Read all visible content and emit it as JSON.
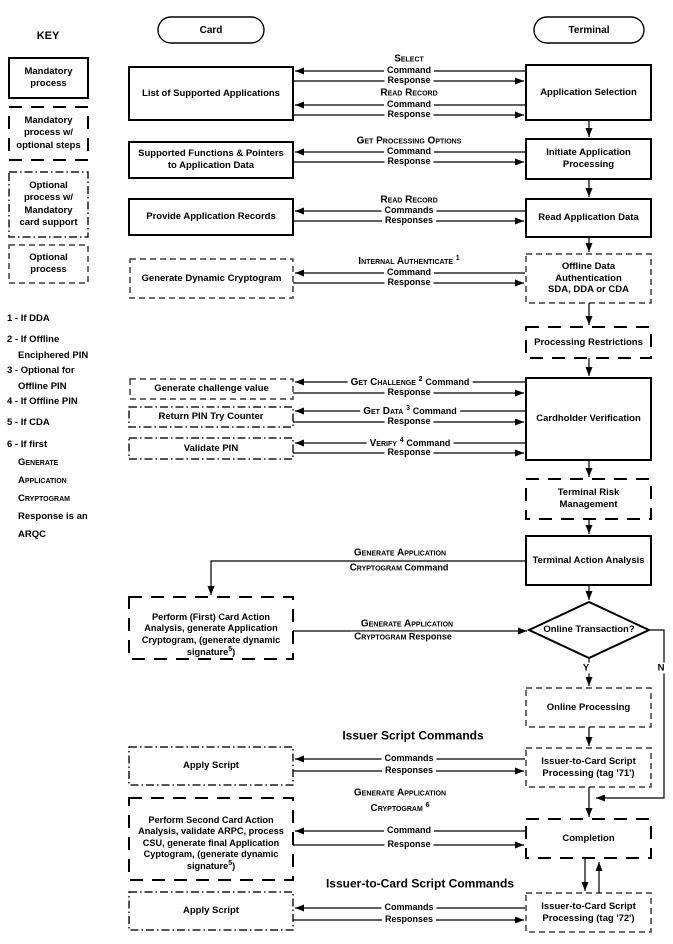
{
  "header": {
    "key": "KEY",
    "card": "Card",
    "terminal": "Terminal"
  },
  "legend": {
    "mandatory": "Mandatory\nprocess",
    "mandatory_optional": "Mandatory\nprocess w/\noptional steps",
    "optional_mandatory_card": "Optional\nprocess w/\nMandatory\ncard support",
    "optional": "Optional\nprocess"
  },
  "notes": {
    "n1": "1 - If DDA",
    "n2": [
      "2 - If Offline",
      "Enciphered PIN"
    ],
    "n3": [
      "3 - Optional for",
      "Offline PIN"
    ],
    "n4": "4 - If Offline PIN",
    "n5": "5 - If CDA",
    "n6": [
      "6 - If first",
      "Generate",
      "Application",
      "Cryptogram",
      "Response is an",
      "ARQC"
    ]
  },
  "card_boxes": {
    "list_apps": "List of Supported Applications",
    "supported_functions": "Supported Functions & Pointers\nto Application Data",
    "provide_records": "Provide Application Records",
    "gen_dynamic_cryptogram": "Generate Dynamic Cryptogram",
    "gen_challenge": "Generate challenge value",
    "return_pin_try": "Return PIN Try Counter",
    "validate_pin": "Validate PIN",
    "perform_first": {
      "before": "Perform (First) Card Action Analysis, generate Application Cryptogram, (generate dynamic signature",
      "sup": "5",
      "after": ")"
    },
    "apply_script_1": "Apply Script",
    "perform_second": {
      "before": "Perform Second Card Action Analysis, validate ARPC, process CSU, generate final Application Cyptogram, (generate dynamic signature",
      "sup": "5",
      "after": ")"
    },
    "apply_script_2": "Apply Script"
  },
  "terminal_boxes": {
    "application_selection": "Application Selection",
    "initiate_app": "Initiate Application\nProcessing",
    "read_app_data": "Read Application Data",
    "offline_data_auth": "Offline Data\nAuthentication\nSDA, DDA or CDA",
    "processing_restrictions": "Processing Restrictions",
    "cardholder_verification": "Cardholder Verification",
    "terminal_risk": "Terminal Risk\nManagement",
    "terminal_action_analysis": "Terminal Action Analysis",
    "online_transaction": "Online Transaction?",
    "online_processing": "Online Processing",
    "itc_script_71": "Issuer-to-Card Script\nProcessing (tag '71')",
    "completion": "Completion",
    "itc_script_72": "Issuer-to-Card Script\nProcessing (tag '72')"
  },
  "messages": {
    "select": {
      "title": "Select",
      "cmd": "Command",
      "resp": "Response"
    },
    "read_record_1": {
      "title": "Read Record",
      "cmd": "Command",
      "resp": "Response"
    },
    "gpo": {
      "title": "Get Processing Options",
      "cmd": "Command",
      "resp": "Response"
    },
    "read_record_2": {
      "title": "Read Record",
      "cmd": "Commands",
      "resp": "Responses"
    },
    "internal_auth": {
      "title": "Internal Authenticate",
      "sup": "1",
      "cmd": "Command",
      "resp": "Response"
    },
    "get_challenge": {
      "title": "Get Challenge",
      "sup": "2",
      "cmd": "Command",
      "resp": "Response"
    },
    "get_data": {
      "title": "Get Data",
      "sup": "3",
      "cmd": "Command",
      "resp": "Response"
    },
    "verify": {
      "title": "Verify",
      "sup": "4",
      "cmd": "Command",
      "resp": "Response"
    },
    "issuer_script_1": {
      "title": "Issuer Script Commands",
      "cmd": "Commands",
      "resp": "Responses"
    },
    "gen_ac_cmd": {
      "line1": "Generate Application",
      "line2": "Cryptogram",
      "line2_tail": " Command"
    },
    "gen_ac_resp": {
      "line1": "Generate Application",
      "line2": "Cryptogram",
      "line2_tail": " Response"
    },
    "gen_ac_2": {
      "line1": "Generate Application",
      "line2": "Cryptogram",
      "sup": "6",
      "cmd": "Command",
      "resp": "Response"
    },
    "issuer_script_2": {
      "title": "Issuer-to-Card Script Commands",
      "cmd": "Commands",
      "resp": "Responses"
    }
  },
  "decision": {
    "yes": "Y",
    "no": "N"
  },
  "colors": {
    "line": "#000000",
    "dashed_border": "#3d3d3d",
    "background": "#ffffff"
  }
}
